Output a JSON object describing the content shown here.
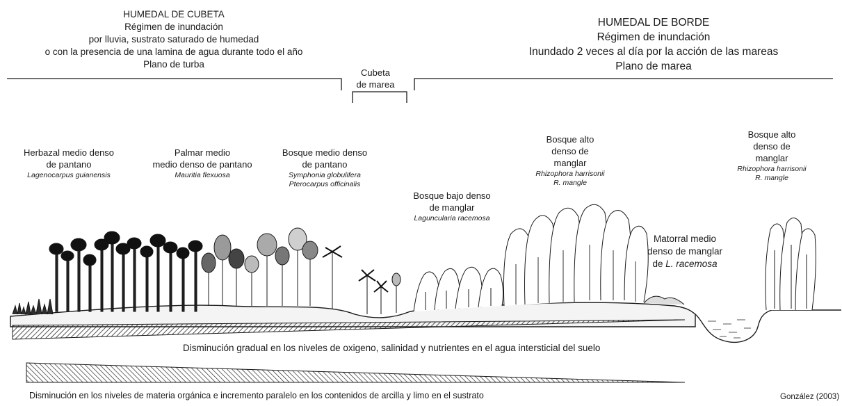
{
  "header_left": {
    "title": "HUMEDAL DE CUBETA",
    "line1": "Régimen de inundación",
    "line2": "por lluvia, sustrato saturado de humedad",
    "line3": "o con la presencia de una lamina de agua durante todo el año",
    "line4": "Plano de turba"
  },
  "header_middle": {
    "line1": "Cubeta",
    "line2": "de marea"
  },
  "header_right": {
    "title": "HUMEDAL DE BORDE",
    "line1": "Régimen de inundación",
    "line2": "Inundado 2 veces al día por la acción de las mareas",
    "line3": "Plano de marea"
  },
  "zones": {
    "herbazal": {
      "name1": "Herbazal medio denso",
      "name2": "de pantano",
      "species1": "Lagenocarpus guianensis"
    },
    "palmar": {
      "name1": "Palmar medio",
      "name2": "medio denso de pantano",
      "species1": "Mauritia flexuosa"
    },
    "bosque_pantano": {
      "name1": "Bosque medio denso",
      "name2": "de pantano",
      "species1": "Symphonia globulifera",
      "species2": "Pterocarpus officinalis"
    },
    "bosque_bajo": {
      "name1": "Bosque bajo denso",
      "name2": "de manglar",
      "species1": "Laguncularia racemosa"
    },
    "bosque_alto_1": {
      "name1": "Bosque alto",
      "name2": "denso de",
      "name3": "manglar",
      "species1": "Rhizophora harrisonii",
      "species2": "R. mangle"
    },
    "bosque_alto_2": {
      "name1": "Bosque alto",
      "name2": "denso de",
      "name3": "manglar",
      "species1": "Rhizophora harrisonii",
      "species2": "R. mangle"
    },
    "matorral": {
      "name1": "Matorral medio",
      "name2": "denso de manglar",
      "name3_prefix": "de ",
      "name3_italic": "L. racemosa"
    }
  },
  "captions": {
    "gradient_upper": "Disminución gradual en los niveles de oxigeno, salinidad y nutrientes en el agua intersticial del suelo",
    "gradient_lower": "Disminución en los niveles de materia orgánica e incremento paralelo en los contenidos de arcilla y limo en el sustrato"
  },
  "credit": "González (2003)",
  "colors": {
    "ink": "#1a1a1a",
    "hatch": "#2b2b2b",
    "ground": "#f4f4f4"
  }
}
